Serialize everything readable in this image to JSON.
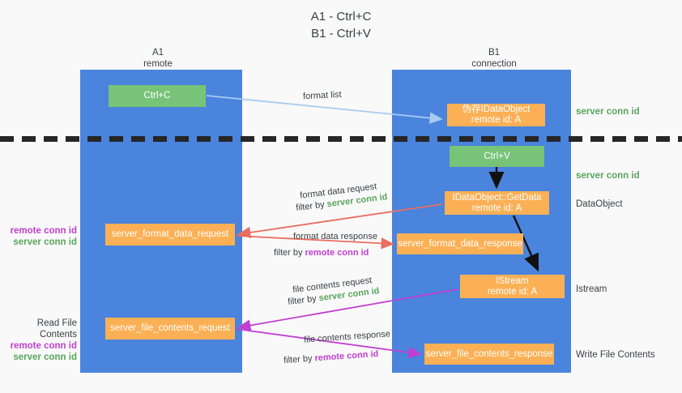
{
  "title": {
    "line1": "A1 - Ctrl+C",
    "line2": "B1 - Ctrl+V"
  },
  "columns": [
    {
      "name": "A1",
      "sub": "remote"
    },
    {
      "name": "B1",
      "sub": "connection"
    }
  ],
  "colors": {
    "lane": "#4a84dd",
    "green_box": "#77c378",
    "orange_box": "#fbb055",
    "server_conn": "#58a55c",
    "remote_conn": "#c03fd0",
    "arrow_blue": "#a8cbf0",
    "arrow_red": "#ea6d62",
    "arrow_magenta": "#c03fd0",
    "arrow_black": "#111111",
    "divider": "#262626",
    "background": "#f9f9f9"
  },
  "boxes": {
    "ctrl_c": "Ctrl+C",
    "idataobject_top_l1": "伪存IDataObject",
    "idataobject_top_l2": "remote id: A",
    "ctrl_v": "Ctrl+V",
    "getdata_l1": "IDataObject::GetData",
    "getdata_l2": "remote id: A",
    "server_format_data_request": "server_format_data_request",
    "server_format_data_response": "server_format_data_response",
    "istream_l1": "IStream",
    "istream_l2": "remote id: A",
    "server_file_contents_request": "server_file_contents_request",
    "server_file_contents_response": "server_file_contents_response"
  },
  "right_labels": {
    "server_conn_id_1": "server conn id",
    "server_conn_id_2": "server conn id",
    "dataobject": "DataObject",
    "istream": "Istream",
    "write_file_contents": "Write File Contents"
  },
  "left_labels": {
    "read_file_contents": "Read File Contents",
    "remote_conn_id": "remote conn id",
    "server_conn_id": "server conn id"
  },
  "captions": {
    "format_list": "format list",
    "format_data_request": "format data request",
    "filter_by": "filter by",
    "server_conn_id": "server conn id",
    "remote_conn_id": "remote conn id",
    "format_data_response": "format data response",
    "file_contents_request": "file contents request",
    "file_contents_response": "file contents response"
  }
}
